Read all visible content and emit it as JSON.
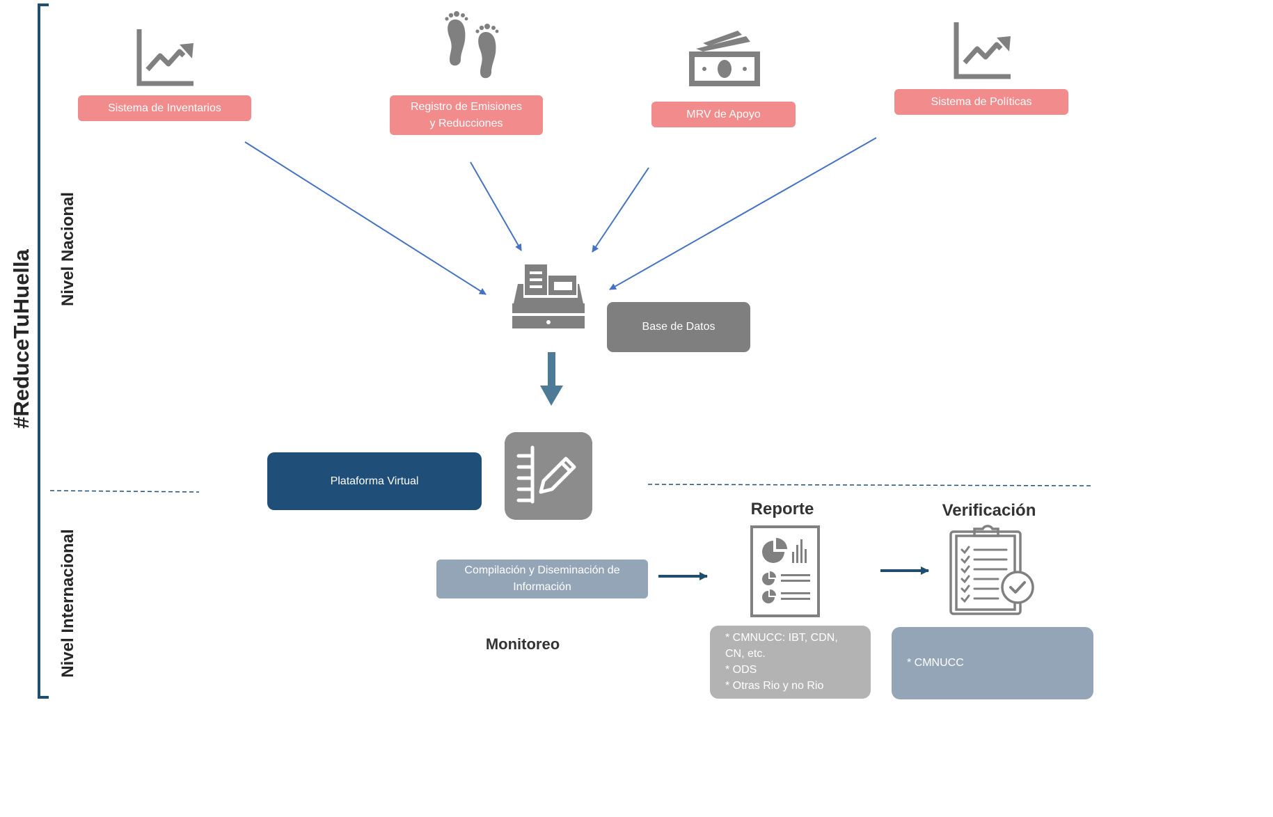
{
  "hashtag": "#ReduceTuHuella",
  "levels": {
    "national": "Nivel Nacional",
    "international": "Nivel Internacional"
  },
  "sources": [
    {
      "label": "Sistema de Inventarios",
      "icon": "line-chart-icon"
    },
    {
      "label_lines": [
        "Registro de Emisiones",
        "y Reducciones"
      ],
      "icon": "footprints-icon"
    },
    {
      "label": "MRV de Apoyo",
      "icon": "banknotes-icon"
    },
    {
      "label": "Sistema de Políticas",
      "icon": "line-chart-icon"
    }
  ],
  "database": {
    "label": "Base de Datos",
    "icon": "cash-register-icon"
  },
  "platform": {
    "label": "Plataforma Virtual",
    "icon": "edit-document-icon"
  },
  "compilation": {
    "label_lines": [
      "Compilación y Diseminación de",
      "Información"
    ]
  },
  "monitoring": "Monitoreo",
  "report": {
    "title": "Reporte",
    "icon": "report-document-icon",
    "notes": [
      "* CMNUCC: IBT, CDN,",
      "CN, etc.",
      "* ODS",
      "* Otras Rio y no Rio"
    ]
  },
  "verification": {
    "title": "Verificación",
    "icon": "checklist-clipboard-icon",
    "notes": [
      "* CMNUCC"
    ]
  },
  "colors": {
    "pink": "#f28b8b",
    "icon_grey": "#808080",
    "navy": "#1f4e79",
    "slate": "#94a5b8",
    "arrow_blue": "#4472c4",
    "arrow_steel": "#4d7a96",
    "arrow_dark": "#1f4e6e"
  }
}
